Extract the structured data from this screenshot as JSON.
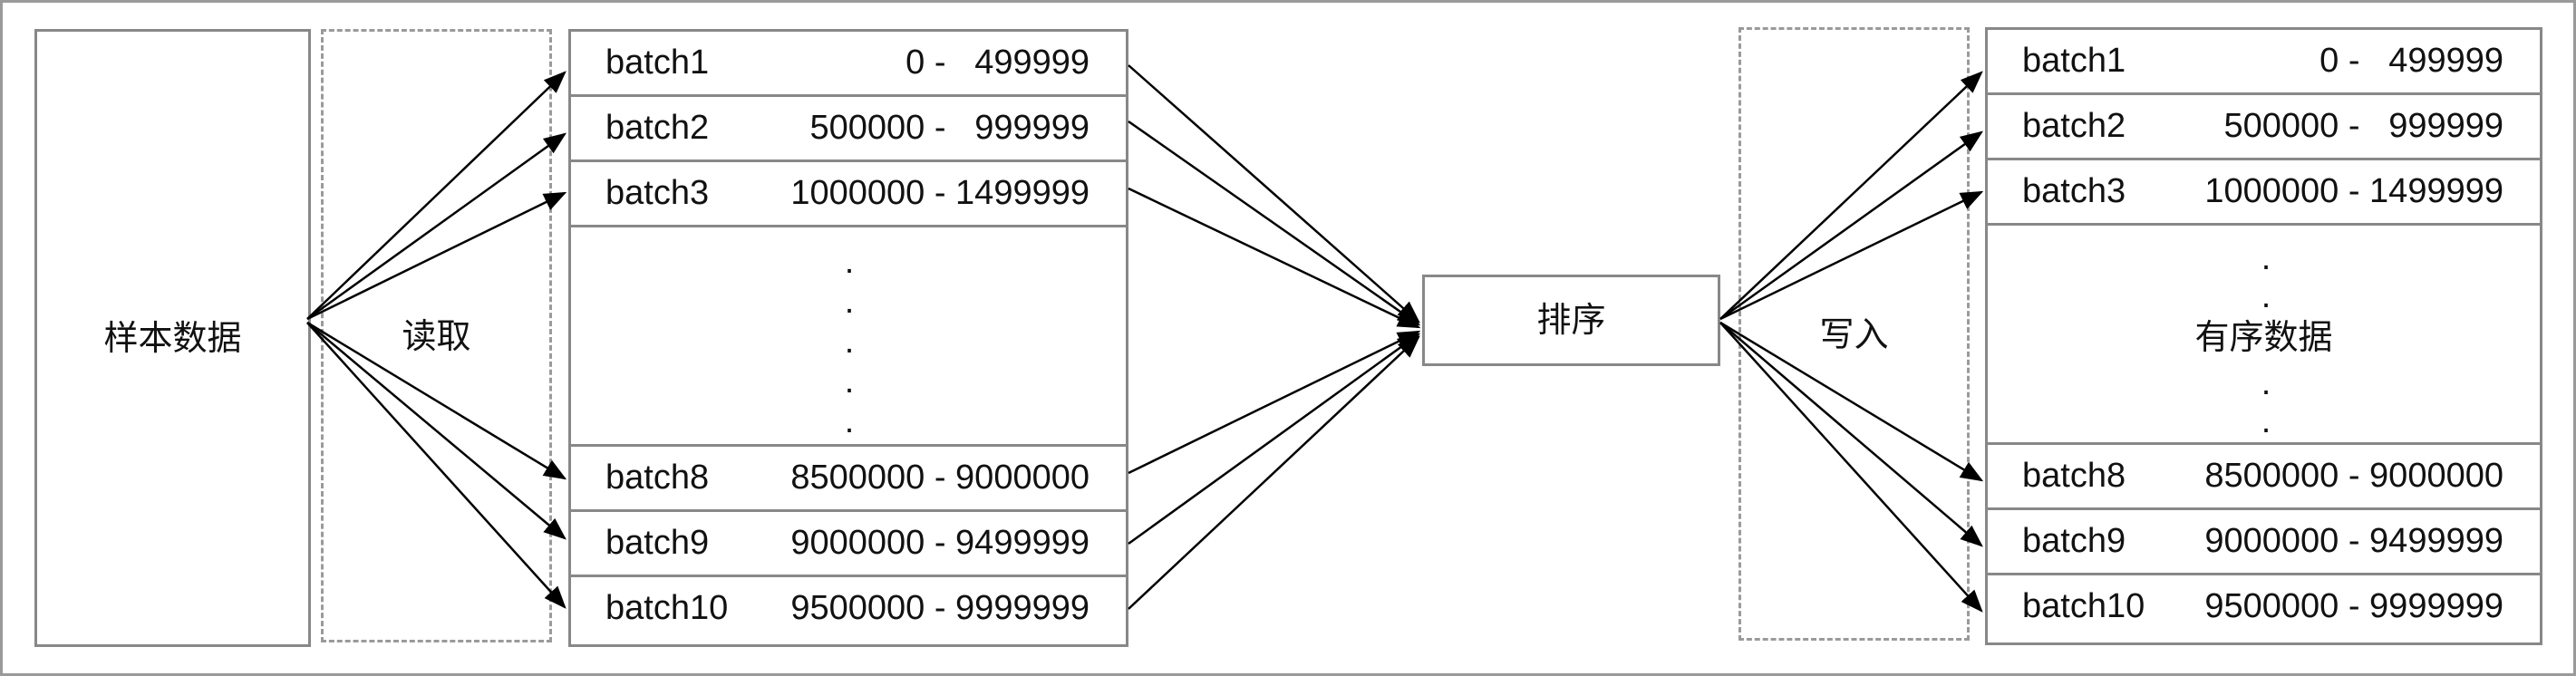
{
  "source_label": "样本数据",
  "read_label": "读取",
  "sort_label": "排序",
  "write_label": "写入",
  "sorted_label": "有序数据",
  "input_batches": [
    {
      "name": "batch1",
      "range": "0 -   499999"
    },
    {
      "name": "batch2",
      "range": "500000 -   999999"
    },
    {
      "name": "batch3",
      "range": "1000000 - 1499999"
    },
    {
      "name": "batch8",
      "range": "8500000 - 9000000"
    },
    {
      "name": "batch9",
      "range": "9000000 - 9499999"
    },
    {
      "name": "batch10",
      "range": "9500000 - 9999999"
    }
  ],
  "output_batches": [
    {
      "name": "batch1",
      "range": "0 -   499999"
    },
    {
      "name": "batch2",
      "range": "500000 -   999999"
    },
    {
      "name": "batch3",
      "range": "1000000 - 1499999"
    },
    {
      "name": "batch8",
      "range": "8500000 - 9000000"
    },
    {
      "name": "batch9",
      "range": "9000000 - 9499999"
    },
    {
      "name": "batch10",
      "range": "9500000 - 9999999"
    }
  ],
  "ellipsis_dot": "."
}
